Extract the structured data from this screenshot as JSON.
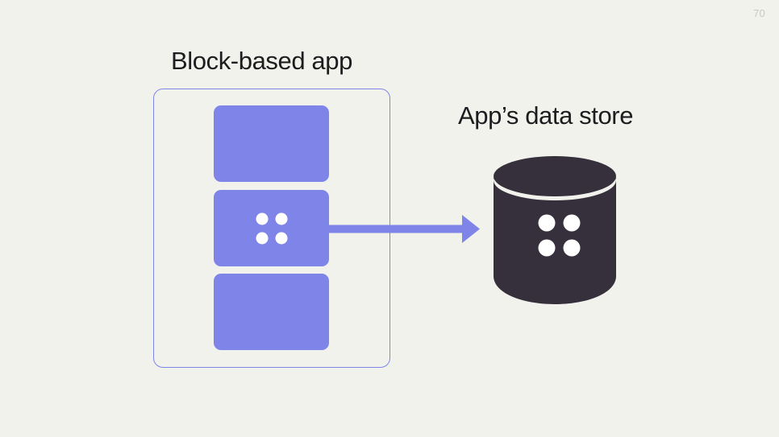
{
  "slide": {
    "page_number": "70",
    "background_color": "#f2f2ed"
  },
  "labels": {
    "app_title": "Block-based app",
    "store_title": "App’s data store"
  },
  "diagram": {
    "type": "flow",
    "colors": {
      "block_fill": "#7f85e8",
      "container_border": "#7f85e5",
      "arrow": "#7f85e8",
      "cylinder_fill": "#36303c",
      "cylinder_rim": "#ffffff",
      "dot": "#ffffff",
      "heading_text": "#1d1d1f",
      "page_number_text": "#c9c9c4"
    },
    "app_container": {
      "name": "block-based-app",
      "blocks": [
        {
          "id": "block-1",
          "has_dots": false,
          "dot_count": 0
        },
        {
          "id": "block-2",
          "has_dots": true,
          "dot_count": 4
        },
        {
          "id": "block-3",
          "has_dots": false,
          "dot_count": 0
        }
      ]
    },
    "connector": {
      "from": "block-2",
      "to": "data-store-cylinder",
      "direction": "right",
      "style": "solid-arrow"
    },
    "data_store": {
      "name": "data-store-cylinder",
      "shape": "cylinder",
      "dot_count": 4
    }
  }
}
